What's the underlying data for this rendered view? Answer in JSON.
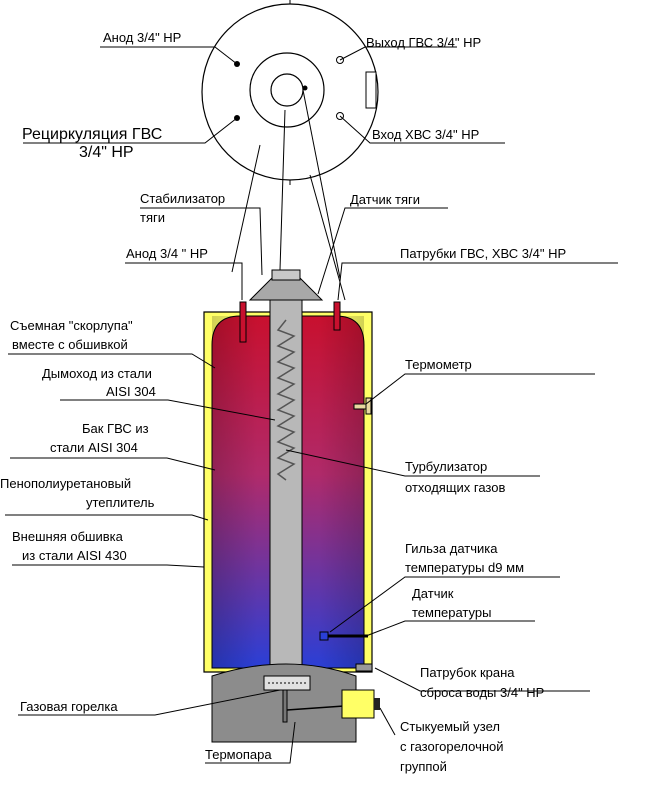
{
  "top_view": {
    "anode": "Анод 3/4\" НР",
    "recirc_line1": "Рециркуляция ГВС",
    "recirc_line2": "3/4\" НР",
    "hot_out": "Выход ГВС 3/4\" НР",
    "cold_in": "Вход ХВС 3/4\" НР"
  },
  "labels": {
    "draft_stabilizer_1": "Стабилизатор",
    "draft_stabilizer_2": "тяги",
    "draft_sensor": "Датчик тяги",
    "anode_side": "Анод 3/4 \" НР",
    "pipes": "Патрубки ГВС, ХВС 3/4\" НР",
    "shell_1": "Съемная \"скорлупа\"",
    "shell_2": "вместе с обшивкой",
    "flue_1": "Дымоход из стали",
    "flue_2": "AISI 304",
    "tank_1": "Бак ГВС  из",
    "tank_2": "стали AISI 304",
    "insul_1": "Пенополиуретановый",
    "insul_2": "утеплитель",
    "outer_1": "Внешняя обшивка",
    "outer_2": "из стали AISI 430",
    "burner": "Газовая горелка",
    "thermocouple": "Термопара",
    "thermometer": "Термометр",
    "turbulator_1": "Турбулизатор",
    "turbulator_2": "отходящих газов",
    "sleeve_1": "Гильза датчика",
    "sleeve_2": "температуры d9 мм",
    "temp_sensor_1": "Датчик",
    "temp_sensor_2": "температуры",
    "drain_1": "Патрубок крана",
    "drain_2": "сброса воды 3/4\" НР",
    "node_1": "Стыкуемый узел",
    "node_2": "с газогорелочной",
    "node_3": "группой"
  },
  "colors": {
    "tank_top": "#c8102e",
    "tank_bottom": "#2a3fd6",
    "insulation": "#ffff66",
    "burner_body": "#8c8c8c",
    "flue": "#b8b8b8",
    "gas_block": "#ffff66"
  }
}
